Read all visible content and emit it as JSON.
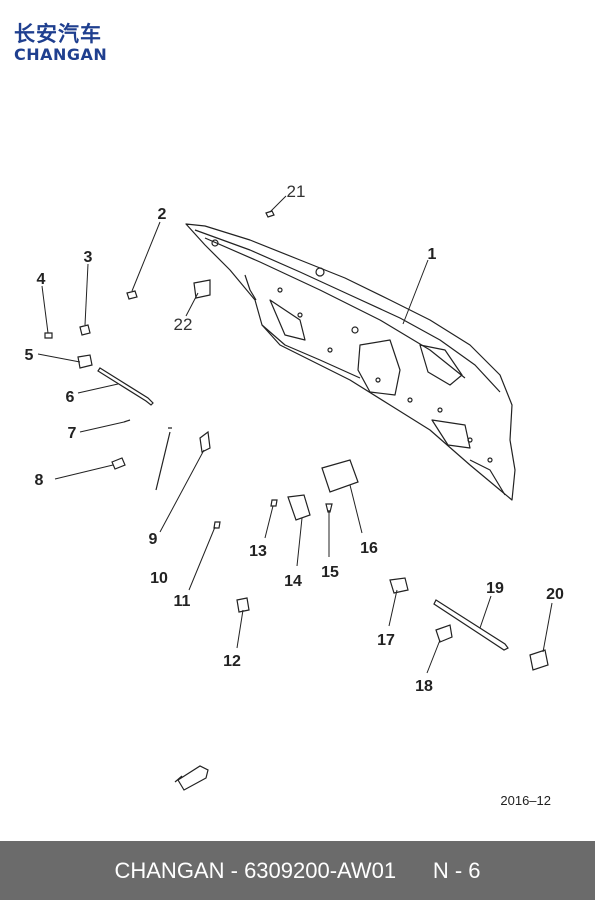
{
  "brand": {
    "name_cn": "长安汽车",
    "name_en": "CHANGAN"
  },
  "diagram": {
    "callouts": [
      "1",
      "2",
      "3",
      "4",
      "5",
      "6",
      "7",
      "8",
      "9",
      "10",
      "11",
      "12",
      "13",
      "14",
      "15",
      "16",
      "17",
      "18",
      "19",
      "20",
      "21",
      "22"
    ]
  },
  "date": "2016–12",
  "footer": {
    "brand": "CHANGAN",
    "separator": " - ",
    "part_number": "6309200-AW01",
    "page": "N - 6"
  }
}
